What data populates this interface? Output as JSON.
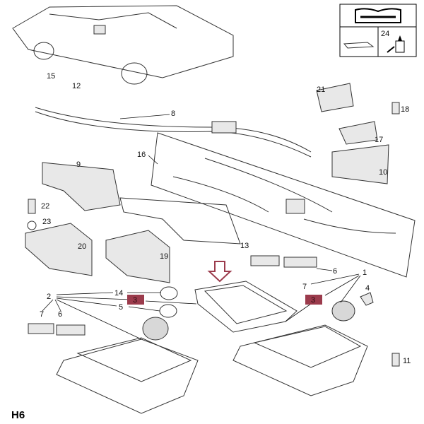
{
  "diagram": {
    "section_code": "H6",
    "info_box": {
      "tool_icon": "manual-wrench-icon",
      "item_number": "24",
      "item_icon": "adhesive-bottle-icon"
    },
    "callouts": [
      "1",
      "2",
      "3",
      "3",
      "4",
      "5",
      "6",
      "6",
      "7",
      "7",
      "8",
      "9",
      "10",
      "11",
      "12",
      "13",
      "14",
      "15",
      "16",
      "17",
      "18",
      "19",
      "20",
      "21",
      "22",
      "23"
    ],
    "highlight_color": "#9b3b4c",
    "arrow_color": "#9b3b4c"
  }
}
